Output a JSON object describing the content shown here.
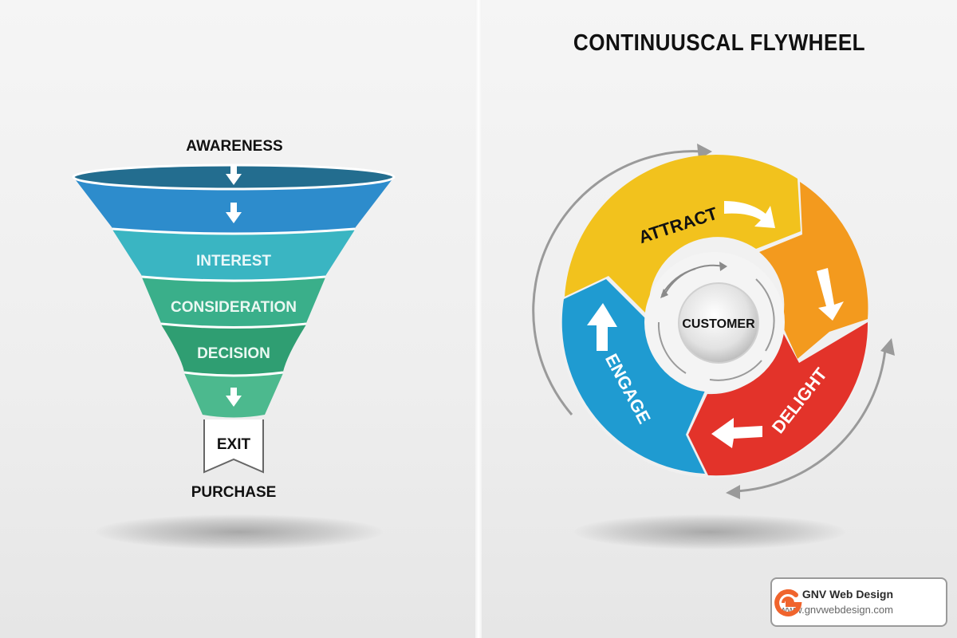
{
  "left_diagram": {
    "type": "funnel",
    "top_label": "AWARENESS",
    "stages": [
      {
        "label": "",
        "color": "#2d8ccc",
        "icon": "arrow-down-icon"
      },
      {
        "label": "INTEREST",
        "color": "#3ab5c2"
      },
      {
        "label": "CONSIDERATION",
        "color": "#3aaf8a"
      },
      {
        "label": "DECISION",
        "color": "#2f9e72"
      },
      {
        "label": "",
        "color": "#4cb98e",
        "icon": "arrow-down-icon"
      }
    ],
    "rim_color": "#236d8f",
    "exit_label": "EXIT",
    "bottom_label": "PURCHASE"
  },
  "right_diagram": {
    "type": "flywheel",
    "title": "CONTINUUSCAL FLYWHEEL",
    "center_label": "CUSTOMER",
    "segments": [
      {
        "label": "ATTRACT",
        "color": "#f2c21d",
        "text_color": "#111111"
      },
      {
        "label": "",
        "color": "#f39a1e",
        "icon": "arrow-down-icon"
      },
      {
        "label": "DELIGHT",
        "color": "#e3332a",
        "text_color": "#ffffff"
      },
      {
        "label": "ENGAGE",
        "color": "#1f9bd1",
        "text_color": "#ffffff"
      }
    ]
  },
  "brand": {
    "name": "GNV Web Design",
    "url": "www.gnvwebdesign.com",
    "logo_color": "#f0642d"
  }
}
